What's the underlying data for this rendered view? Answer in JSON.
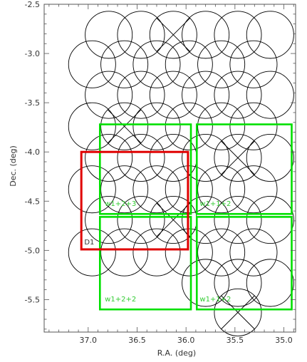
{
  "chart_data": {
    "type": "scatter",
    "xlabel": "R.A. (deg)",
    "ylabel": "Dec. (deg)",
    "xlim": [
      37.45,
      34.88
    ],
    "ylim": [
      -5.83,
      -2.5
    ],
    "x_inverted": true,
    "grid": false,
    "x_ticks": [
      "37.0",
      "36.5",
      "36.0",
      "35.5",
      "35.0"
    ],
    "x_tick_values": [
      37.0,
      36.5,
      36.0,
      35.5,
      35.0
    ],
    "y_ticks": [
      "-2.5",
      "-3.0",
      "-3.5",
      "-4.0",
      "-4.5",
      "-5.0",
      "-5.5"
    ],
    "y_tick_values": [
      -2.5,
      -3.0,
      -3.5,
      -4.0,
      -4.5,
      -5.0,
      -5.5
    ],
    "pointing_radius_deg": 0.24,
    "pointings": [
      {
        "ra": 36.79,
        "dec": -2.81,
        "crossed": false
      },
      {
        "ra": 36.46,
        "dec": -2.81,
        "crossed": false
      },
      {
        "ra": 36.13,
        "dec": -2.81,
        "crossed": true
      },
      {
        "ra": 35.8,
        "dec": -2.81,
        "crossed": false
      },
      {
        "ra": 35.47,
        "dec": -2.81,
        "crossed": false
      },
      {
        "ra": 35.14,
        "dec": -2.81,
        "crossed": false
      },
      {
        "ra": 36.96,
        "dec": -3.11,
        "crossed": false
      },
      {
        "ra": 36.63,
        "dec": -3.11,
        "crossed": false
      },
      {
        "ra": 36.3,
        "dec": -3.11,
        "crossed": false
      },
      {
        "ra": 35.97,
        "dec": -3.11,
        "crossed": false
      },
      {
        "ra": 35.64,
        "dec": -3.11,
        "crossed": false
      },
      {
        "ra": 35.31,
        "dec": -3.11,
        "crossed": false
      },
      {
        "ra": 36.79,
        "dec": -3.42,
        "crossed": false
      },
      {
        "ra": 36.46,
        "dec": -3.42,
        "crossed": false
      },
      {
        "ra": 36.13,
        "dec": -3.42,
        "crossed": false
      },
      {
        "ra": 35.8,
        "dec": -3.42,
        "crossed": false
      },
      {
        "ra": 35.47,
        "dec": -3.42,
        "crossed": false
      },
      {
        "ra": 35.14,
        "dec": -3.42,
        "crossed": false
      },
      {
        "ra": 36.96,
        "dec": -3.74,
        "crossed": false
      },
      {
        "ra": 36.63,
        "dec": -3.74,
        "crossed": true
      },
      {
        "ra": 36.3,
        "dec": -3.74,
        "crossed": false
      },
      {
        "ra": 35.97,
        "dec": -3.74,
        "crossed": false
      },
      {
        "ra": 35.64,
        "dec": -3.74,
        "crossed": false
      },
      {
        "ra": 35.31,
        "dec": -3.74,
        "crossed": false
      },
      {
        "ra": 36.79,
        "dec": -4.06,
        "crossed": false
      },
      {
        "ra": 36.46,
        "dec": -4.06,
        "crossed": false
      },
      {
        "ra": 36.13,
        "dec": -4.06,
        "crossed": false
      },
      {
        "ra": 35.8,
        "dec": -4.06,
        "crossed": false
      },
      {
        "ra": 35.47,
        "dec": -4.06,
        "crossed": true
      },
      {
        "ra": 35.14,
        "dec": -4.06,
        "crossed": false
      },
      {
        "ra": 36.96,
        "dec": -4.38,
        "crossed": false
      },
      {
        "ra": 36.63,
        "dec": -4.38,
        "crossed": false
      },
      {
        "ra": 36.3,
        "dec": -4.38,
        "crossed": false
      },
      {
        "ra": 35.97,
        "dec": -4.38,
        "crossed": false
      },
      {
        "ra": 35.64,
        "dec": -4.38,
        "crossed": false
      },
      {
        "ra": 35.31,
        "dec": -4.38,
        "crossed": false
      },
      {
        "ra": 36.79,
        "dec": -4.69,
        "crossed": false
      },
      {
        "ra": 36.46,
        "dec": -4.69,
        "crossed": false
      },
      {
        "ra": 36.13,
        "dec": -4.69,
        "crossed": true
      },
      {
        "ra": 35.8,
        "dec": -4.69,
        "crossed": false
      },
      {
        "ra": 35.47,
        "dec": -4.69,
        "crossed": false
      },
      {
        "ra": 35.14,
        "dec": -4.69,
        "crossed": false
      },
      {
        "ra": 36.96,
        "dec": -5.02,
        "crossed": false
      },
      {
        "ra": 36.63,
        "dec": -5.02,
        "crossed": false
      },
      {
        "ra": 36.3,
        "dec": -5.02,
        "crossed": false
      },
      {
        "ra": 35.97,
        "dec": -5.02,
        "crossed": false
      },
      {
        "ra": 35.64,
        "dec": -5.02,
        "crossed": false
      },
      {
        "ra": 35.31,
        "dec": -5.02,
        "crossed": false
      },
      {
        "ra": 35.8,
        "dec": -5.33,
        "crossed": false
      },
      {
        "ra": 35.47,
        "dec": -5.33,
        "crossed": false
      },
      {
        "ra": 35.14,
        "dec": -5.33,
        "crossed": false
      },
      {
        "ra": 35.47,
        "dec": -5.63,
        "crossed": true
      }
    ],
    "fields": [
      {
        "label": "w1+2+3",
        "color": "#00e000",
        "ra_min": 35.95,
        "ra_max": 36.88,
        "dec_min": -4.63,
        "dec_max": -3.72,
        "label_ra": 36.83,
        "label_dec": -4.55
      },
      {
        "label": "w1+1+2",
        "color": "#00e000",
        "ra_min": 34.92,
        "ra_max": 35.89,
        "dec_min": -4.63,
        "dec_max": -3.72,
        "label_ra": 35.86,
        "label_dec": -4.55
      },
      {
        "label": "w1+2+2",
        "color": "#00e000",
        "ra_min": 35.95,
        "ra_max": 36.88,
        "dec_min": -5.6,
        "dec_max": -4.66,
        "label_ra": 36.83,
        "label_dec": -5.52
      },
      {
        "label": "w1+1+2",
        "color": "#00e000",
        "ra_min": 34.92,
        "ra_max": 35.89,
        "dec_min": -5.6,
        "dec_max": -4.66,
        "label_ra": 35.86,
        "label_dec": -5.52
      },
      {
        "label": "D1",
        "color": "#e00000",
        "ra_min": 35.98,
        "ra_max": 37.07,
        "dec_min": -4.99,
        "dec_max": -4.0,
        "label_ra": 37.04,
        "label_dec": -4.94
      }
    ],
    "field_label_color": "#33cc33",
    "d1_label_color": "#333333"
  }
}
